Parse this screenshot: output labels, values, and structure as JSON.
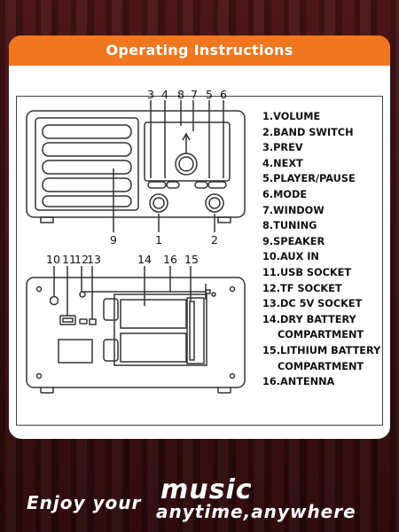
{
  "header": {
    "title": "Operating Instructions"
  },
  "callouts": {
    "front": [
      "3",
      "4",
      "8",
      "7",
      "5",
      "6",
      "9",
      "1",
      "2"
    ],
    "back": [
      "10",
      "11",
      "12",
      "13",
      "14",
      "16",
      "15"
    ]
  },
  "legend": [
    "1.VOLUME",
    "2.BAND SWITCH",
    "3.PREV",
    "4.NEXT",
    "5.PLAYER/PAUSE",
    "6.MODE",
    "7.WINDOW",
    "8.TUNING",
    "9.SPEAKER",
    "10.AUX IN",
    "11.USB SOCKET",
    "12.TF SOCKET",
    "13.DC 5V SOCKET",
    "14.DRY BATTERY",
    "COMPARTMENT",
    "15.LITHIUM BATTERY",
    "COMPARTMENT",
    "16.ANTENNA"
  ],
  "slogan": {
    "line1": "Enjoy your",
    "big": "music",
    "line2": "anytime,anywhere"
  },
  "colors": {
    "accent": "#f0761f",
    "background": "#3a0d0e"
  }
}
